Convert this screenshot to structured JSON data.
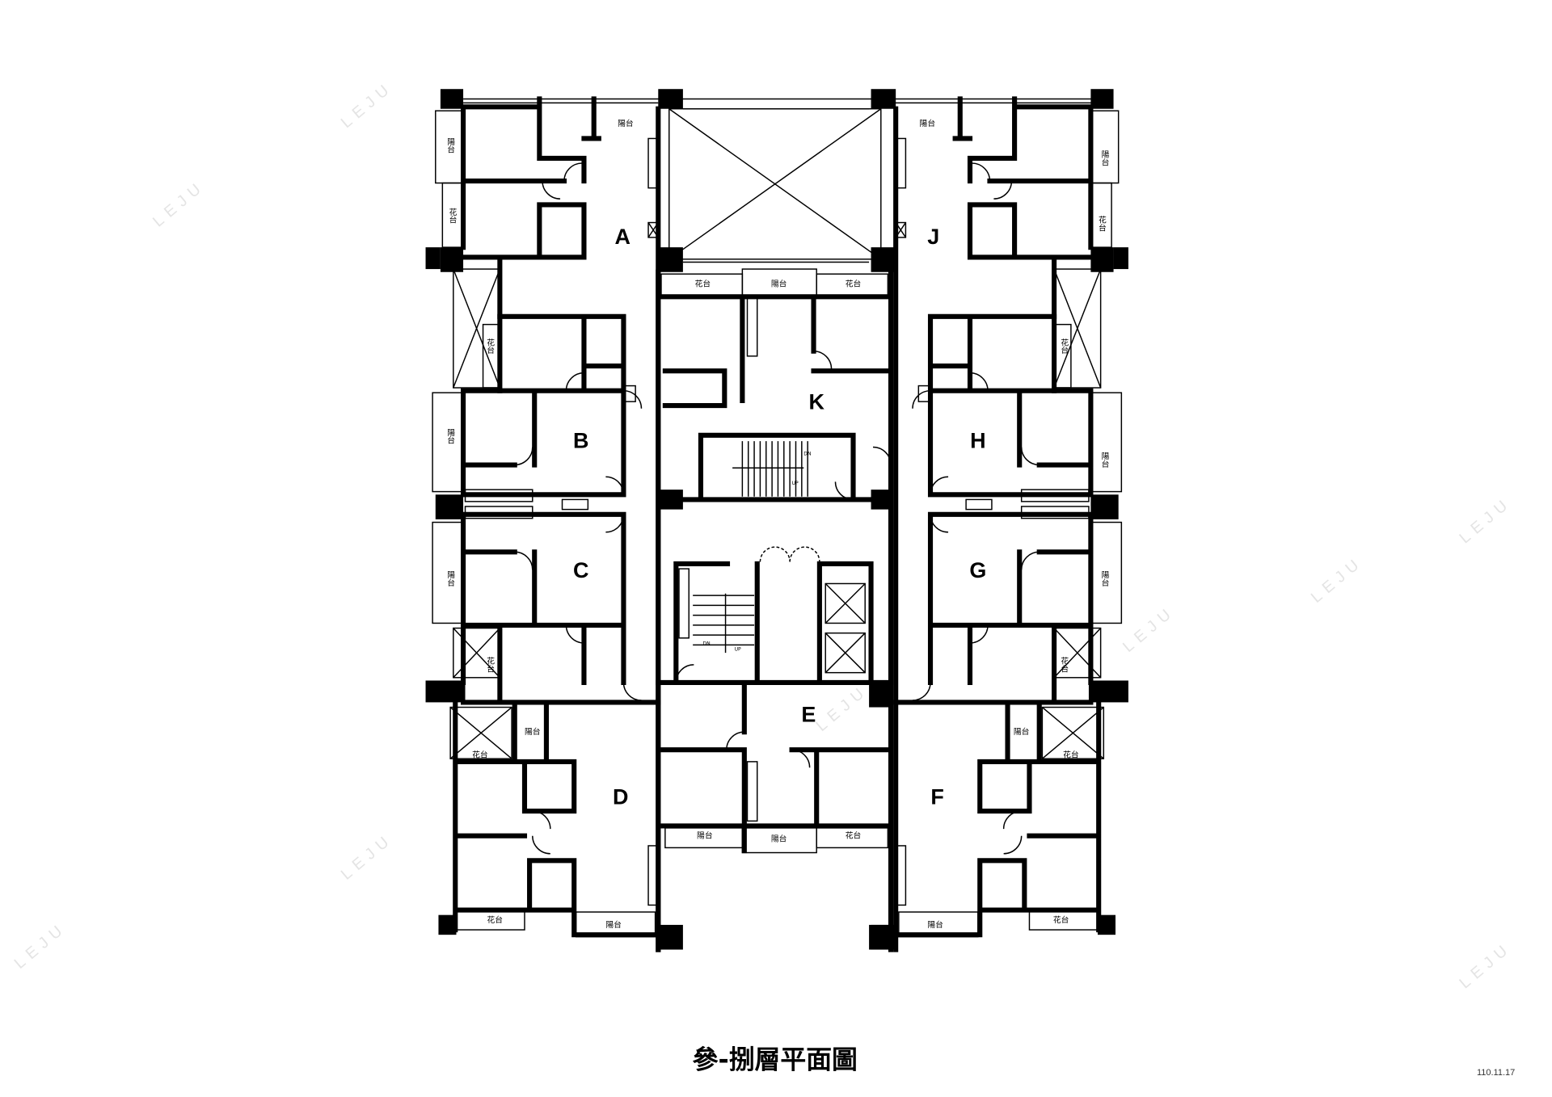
{
  "title": "參-捌層平面圖",
  "date": "110.11.17",
  "watermark": "LEJU",
  "units": [
    "A",
    "J",
    "K",
    "B",
    "H",
    "C",
    "G",
    "E",
    "D",
    "F"
  ],
  "labels": [
    "陽台",
    "陽台",
    "花台",
    "陽台",
    "陽台",
    "花台",
    "花台",
    "陽台",
    "花台",
    "花台",
    "花台",
    "陽台",
    "陽台",
    "陽台",
    "陽台",
    "花台",
    "花台",
    "陽台",
    "陽台",
    "花台",
    "花台",
    "陽台",
    "陽台",
    "花台",
    "花台",
    "陽台",
    "陽台",
    "花台"
  ],
  "stairs": {
    "dn": "DN",
    "up": "UP"
  }
}
